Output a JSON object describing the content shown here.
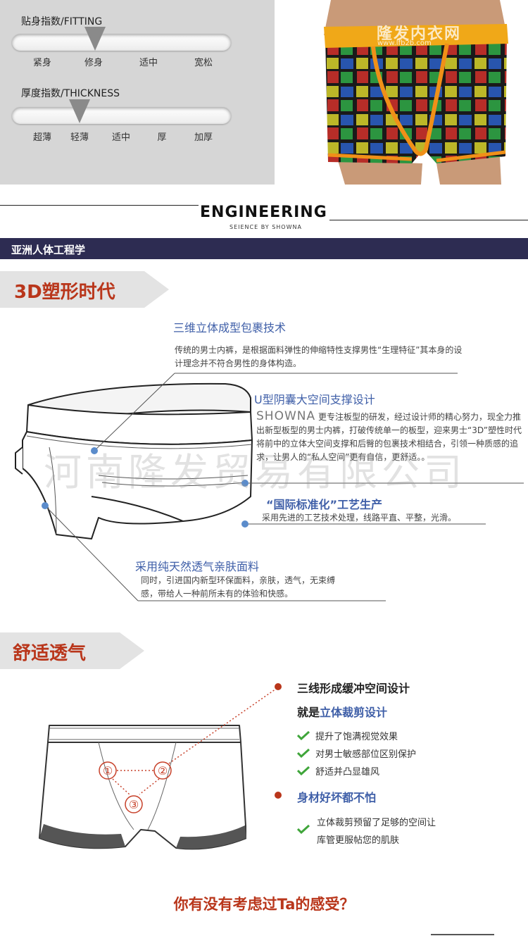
{
  "gauges": {
    "fitting": {
      "title": "贴身指数/FITTING",
      "labels": [
        "紧身",
        "修身",
        "适中",
        "宽松"
      ],
      "selected": "修身"
    },
    "thickness": {
      "title": "厚度指数/THICKNESS",
      "labels": [
        "超薄",
        "轻薄",
        "适中",
        "厚",
        "加厚"
      ],
      "selected": "轻薄"
    }
  },
  "photo_watermark": {
    "text": "隆发内衣网",
    "url": "www.lfb2b.com"
  },
  "header": {
    "title": "ENGINEERING",
    "subtitle": "SEIENCE BY SHOWNA"
  },
  "band": {
    "text": "亚洲人体工程学"
  },
  "section1": {
    "title": "3D塑形时代",
    "feature1": {
      "heading": "三维立体成型包裹技术",
      "text": "传统的男士内裤，是根据面料弹性的伸缩特性支撑男性“生理特征”其本身的设计理念并不符合男性的身体构造。"
    },
    "feature2": {
      "heading": "U型阴囊大空间支撑设计",
      "brand": "SHOWNA",
      "text": "更专注板型的研发，经过设计师的精心努力，现全力推出新型板型的男士内裤，打破传统单一的板型，迎来男士“3D”塑性时代将前中的立体大空间支撑和后臀的包裹技术相结合，引领一种质感的追求，让男人的“私人空间”更有自信，更舒适。。"
    },
    "feature3": {
      "heading": "“国际标准化”工艺生产",
      "text": "采用先进的工艺技术处理，线路平直、平整，光滑。"
    },
    "feature4": {
      "heading": "采用纯天然透气亲肤面料",
      "text": "同时，引进国内新型环保面料，亲肤，透气，无束缚感，带给人一种前所未有的体验和快感。"
    },
    "watermark": "河南隆发贸易有限公司"
  },
  "section2": {
    "title": "舒适透气",
    "point1_heading": "三线形成缓冲空间设计",
    "point1_sub_prefix": "就是",
    "point1_sub_highlight": "立体裁剪设计",
    "bullets1": [
      "提升了饱满视觉效果",
      "对男士敏感部位区别保护",
      "舒适并凸显雄风"
    ],
    "point2_heading": "身材好坏都不怕",
    "bullets2_text": "立体裁剪预留了足够的空间让库管更服帖您的肌肤",
    "diagram_markers": [
      "①",
      "②",
      "③"
    ]
  },
  "closing": {
    "text": "你有没有考虑过Ta的感受？"
  },
  "colors": {
    "accent_red": "#b9361b",
    "heading_blue": "#3f5fa8",
    "band_navy": "#2d2c52",
    "gauge_panel": "#d6d6d6"
  }
}
